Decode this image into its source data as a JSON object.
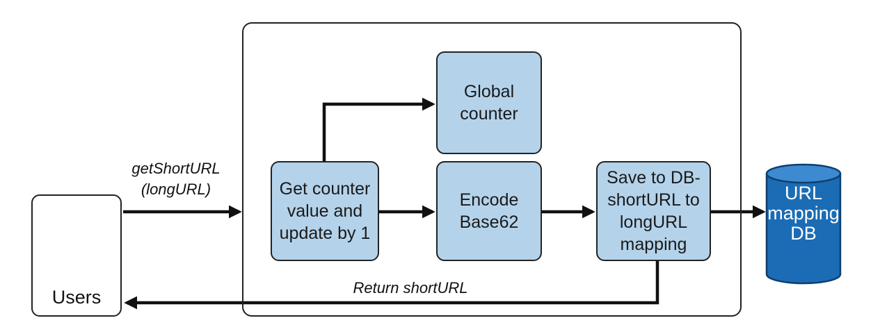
{
  "boxes": {
    "global_counter": "Global\ncounter",
    "get_counter": "Get counter\nvalue and\nupdate by 1",
    "encode": "Encode\nBase62",
    "save": "Save to DB-\nshortURL to\nlongURL\nmapping"
  },
  "users": {
    "label": "Users",
    "icon": "users-icon"
  },
  "database": {
    "label": "URL\nmapping\nDB",
    "color": "#1b6cb4"
  },
  "labels": {
    "request": "getShortURL\n(longURL)",
    "response": "Return shortURL"
  },
  "colors": {
    "process_fill": "#b4d3eb",
    "stroke": "#222222"
  }
}
